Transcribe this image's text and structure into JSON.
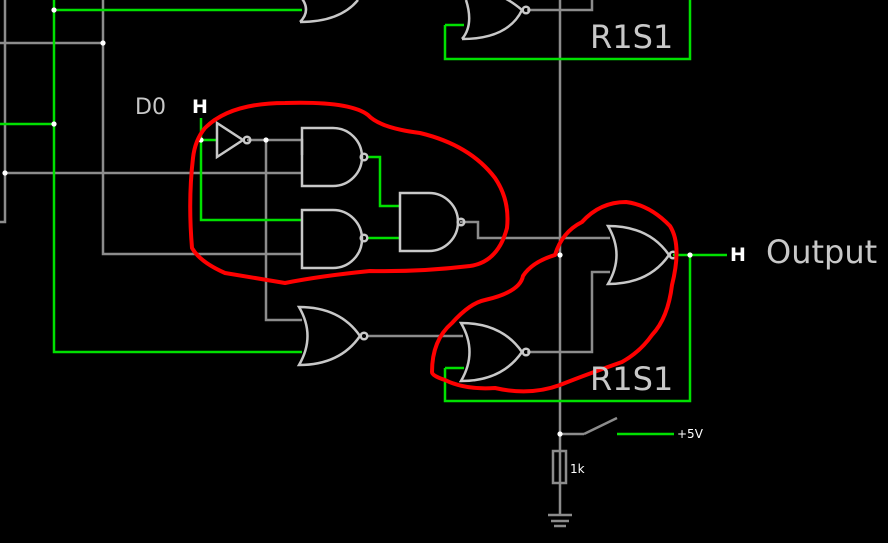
{
  "labels": {
    "input_name": "D0",
    "input_state": "H",
    "output_state": "H",
    "output_name": "Output",
    "module_top": "R1S1",
    "module_bottom": "R1S1",
    "supply": "+5V",
    "resistor": "1k"
  },
  "colors": {
    "background": "#000000",
    "wire_low": "#8c8c8c",
    "wire_high": "#00e000",
    "gate": "#c8c8c8",
    "annotation": "#ff0000",
    "text": "#c8c8c8"
  }
}
